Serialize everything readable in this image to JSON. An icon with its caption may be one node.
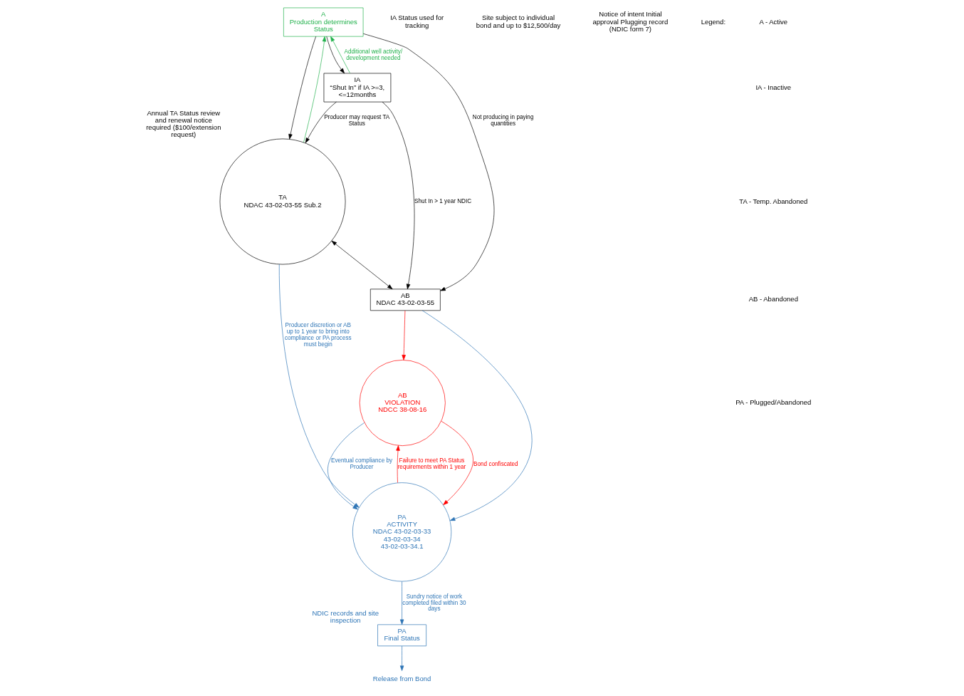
{
  "diagram": {
    "nodes": [
      {
        "text": [
          "A",
          "Production determines Status"
        ]
      },
      {
        "text": [
          "IA",
          "“Shut In” if IA >=3, <=12months"
        ]
      },
      {
        "text": [
          "TA",
          "NDAC 43-02-03-55 Sub.2"
        ],
        "beside": [
          "Annual TA Status review and renewal notice required ($100/extension request)"
        ]
      },
      {
        "text": [
          "AB",
          "NDAC 43-02-03-55"
        ]
      },
      {
        "text": [
          "AB",
          "VIOLATION",
          "NDCC 38-08-16"
        ]
      },
      {
        "text": [
          "PA",
          "ACTIVITY",
          "NDAC 43-02-03-33 43-02-03-34 43-02-03-34.1"
        ]
      },
      {
        "text": [
          "PA",
          "Final Status"
        ],
        "beside": [
          "NDIC records and site inspection"
        ]
      },
      {
        "text": [
          "Release from Bond"
        ]
      }
    ],
    "edges": [
      {
        "from": 0,
        "to": 1,
        "arrow": "to"
      },
      {
        "from": 0,
        "to": 3,
        "arrow": "to",
        "label": "Not producing in paying quantities"
      },
      {
        "from": 0,
        "to": 2,
        "arrow": "to"
      },
      {
        "from": 1,
        "to": 2,
        "arrow": "to",
        "label": "Producer may request TA Status"
      },
      {
        "from": 1,
        "to": 3,
        "arrow": "to",
        "label": "Shut In > 1 year NDIC"
      },
      {
        "from": 1,
        "to": 0,
        "arrow": "to",
        "color": "#22b14c",
        "label": "Additional well activity/ development needed"
      },
      {
        "from": 2,
        "to": 0,
        "arrow": "to",
        "color": "#22b14c"
      },
      {
        "from": 2,
        "to": 3,
        "arrow": "both"
      },
      {
        "from": 3,
        "to": 4,
        "arrow": "to",
        "color": "#ff0000"
      },
      {
        "from": 4,
        "to": 5,
        "arrow": "to",
        "color": "#ff0000",
        "label": "Bond confiscated"
      },
      {
        "from": 5,
        "to": 4,
        "arrow": "to",
        "color": "#ff0000",
        "label": "Failure to meet PA Status requirements within 1 year"
      },
      {
        "from": 2,
        "to": 5,
        "arrow": "to",
        "color": "#2e75b6",
        "label": "Producer discretion or AB up to 1 year to bring into compliance or PA process must begin"
      },
      {
        "from": 3,
        "to": 5,
        "arrow": "to",
        "color": "#2e75b6"
      },
      {
        "from": 4,
        "to": 5,
        "arrow": "to",
        "color": "#2e75b6",
        "label": "Eventual compliance by Producer"
      },
      {
        "from": 5,
        "to": 6,
        "arrow": "to",
        "color": "#2e75b6",
        "label": "Sundry notice of work completed filed within 30 days"
      },
      {
        "from": 6,
        "to": 7,
        "arrow": "to",
        "color": "#2e75b6"
      }
    ],
    "labels": [
      "IA Status used for tracking",
      "Site subject to individual bond and up to $12,500/day",
      "Notice of intent Initial approval Plugging record (NDIC form 7)",
      "Legend:"
    ],
    "legend": [
      {
        "text": "A - Active"
      },
      {
        "text": "IA - Inactive"
      },
      {
        "text": "TA - Temp. Abandoned"
      },
      {
        "text": "AB - Abandoned"
      },
      {
        "text": "PA - Plugged/Abandoned"
      }
    ]
  }
}
